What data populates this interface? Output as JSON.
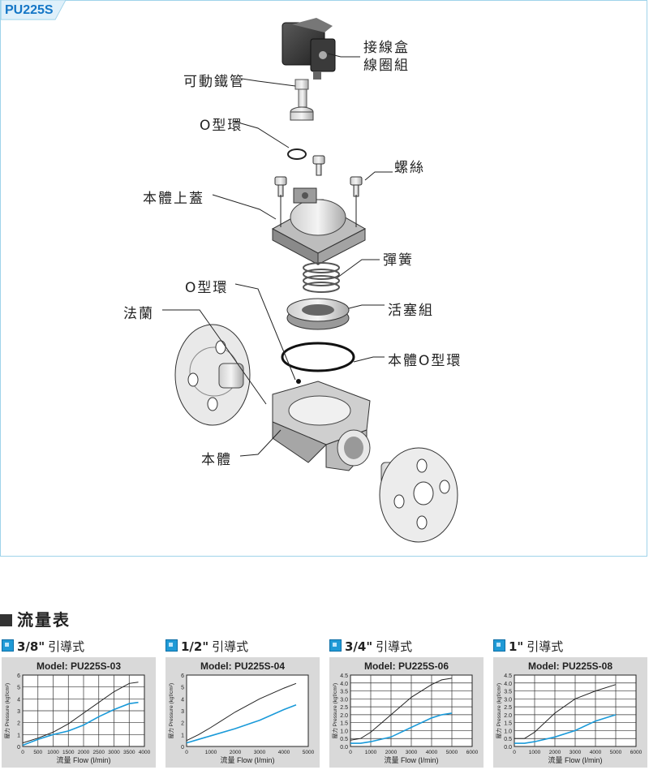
{
  "model_tag": "PU225S",
  "callouts": {
    "junction_box": "接線盒",
    "coil_set": "線圈組",
    "plunger_tube": "可動鐵管",
    "oring_top": "O型環",
    "screws": "螺絲",
    "body_cover": "本體上蓋",
    "spring": "彈簧",
    "oring_mid": "O型環",
    "piston_set": "活塞組",
    "flange": "法蘭",
    "body_oring": "本體O型環",
    "body": "本體"
  },
  "flow_section": {
    "title": "流量表"
  },
  "colors": {
    "accent": "#1476c6",
    "curve_blue": "#1a9ad9",
    "curve_black": "#222222",
    "chart_bg": "#d9d9d9"
  },
  "charts_meta": [
    {
      "size": "3/8\"",
      "guide": "引導式"
    },
    {
      "size": "1/2\"",
      "guide": "引導式"
    },
    {
      "size": "3/4\"",
      "guide": "引導式"
    },
    {
      "size": "1\"",
      "guide": "引導式"
    }
  ],
  "chart_data": [
    {
      "type": "line",
      "title": "Model: PU225S-03",
      "xlabel": "流量 Flow (l/min)",
      "ylabel": "壓力 Pressure (kgf/cm²)",
      "xticks": [
        "0",
        "500",
        "1000",
        "1500",
        "2000",
        "2500",
        "3000",
        "3500",
        "4000"
      ],
      "yticks": [
        "0",
        "1",
        "2",
        "3",
        "4",
        "5",
        "6"
      ],
      "xlim": [
        0,
        4000
      ],
      "ylim": [
        0,
        6
      ],
      "grid": true,
      "series": [
        {
          "color": "black",
          "x": [
            0,
            500,
            1000,
            1500,
            2000,
            2500,
            3000,
            3500,
            3800
          ],
          "y": [
            0.3,
            0.7,
            1.2,
            1.9,
            2.8,
            3.7,
            4.6,
            5.3,
            5.4
          ]
        },
        {
          "color": "blue",
          "x": [
            0,
            500,
            1000,
            1500,
            2000,
            2500,
            3000,
            3500,
            3800
          ],
          "y": [
            0.1,
            0.6,
            1.0,
            1.3,
            1.8,
            2.5,
            3.1,
            3.6,
            3.7
          ]
        }
      ]
    },
    {
      "type": "line",
      "title": "Model: PU225S-04",
      "xlabel": "流量 Flow (l/min)",
      "ylabel": "壓力 Pressure (kgf/cm²)",
      "xticks": [
        "0",
        "1000",
        "2000",
        "3000",
        "4000",
        "5000"
      ],
      "yticks": [
        "0",
        "1",
        "2",
        "3",
        "4",
        "5",
        "6"
      ],
      "xlim": [
        0,
        5000
      ],
      "ylim": [
        0,
        6
      ],
      "grid": false,
      "series": [
        {
          "color": "black",
          "x": [
            0,
            500,
            1000,
            2000,
            3000,
            4000,
            4500
          ],
          "y": [
            0.5,
            1.0,
            1.6,
            2.9,
            4.0,
            4.9,
            5.3
          ]
        },
        {
          "color": "blue",
          "x": [
            0,
            500,
            1000,
            2000,
            3000,
            4000,
            4500
          ],
          "y": [
            0.3,
            0.6,
            0.9,
            1.5,
            2.2,
            3.1,
            3.5
          ]
        }
      ]
    },
    {
      "type": "line",
      "title": "Model: PU225S-06",
      "xlabel": "流量 Flow (l/min)",
      "ylabel": "壓力 Pressure (kgf/cm²)",
      "xticks": [
        "0",
        "1000",
        "2000",
        "3000",
        "4000",
        "5000",
        "6000"
      ],
      "yticks": [
        "0.0",
        "0.5",
        "1.0",
        "1.5",
        "2.0",
        "2.5",
        "3.0",
        "3.5",
        "4.0",
        "4.5"
      ],
      "xlim": [
        0,
        6000
      ],
      "ylim": [
        0,
        4.5
      ],
      "grid": true,
      "series": [
        {
          "color": "black",
          "x": [
            0,
            500,
            1000,
            2000,
            3000,
            4000,
            4500,
            5000
          ],
          "y": [
            0.4,
            0.5,
            0.9,
            2.0,
            3.1,
            3.9,
            4.2,
            4.3
          ]
        },
        {
          "color": "blue",
          "x": [
            0,
            500,
            1000,
            2000,
            3000,
            4000,
            4500,
            5000
          ],
          "y": [
            0.2,
            0.2,
            0.3,
            0.6,
            1.2,
            1.8,
            2.0,
            2.1
          ]
        }
      ]
    },
    {
      "type": "line",
      "title": "Model: PU225S-08",
      "xlabel": "流量 Flow (l/min)",
      "ylabel": "壓力 Pressure (kgf/cm²)",
      "xticks": [
        "0",
        "1000",
        "2000",
        "3000",
        "4000",
        "5000",
        "6000"
      ],
      "yticks": [
        "0.0",
        "0.5",
        "1.0",
        "1.5",
        "2.0",
        "2.5",
        "3.0",
        "3.5",
        "4.0",
        "4.5"
      ],
      "xlim": [
        0,
        6000
      ],
      "ylim": [
        0,
        4.5
      ],
      "grid": true,
      "series": [
        {
          "color": "black",
          "x": [
            0,
            500,
            1000,
            2000,
            3000,
            4000,
            5000
          ],
          "y": [
            0.5,
            0.5,
            0.9,
            2.1,
            3.0,
            3.5,
            3.9
          ]
        },
        {
          "color": "blue",
          "x": [
            0,
            500,
            1000,
            2000,
            3000,
            4000,
            5000
          ],
          "y": [
            0.2,
            0.2,
            0.3,
            0.6,
            1.0,
            1.6,
            2.0
          ]
        }
      ]
    }
  ]
}
